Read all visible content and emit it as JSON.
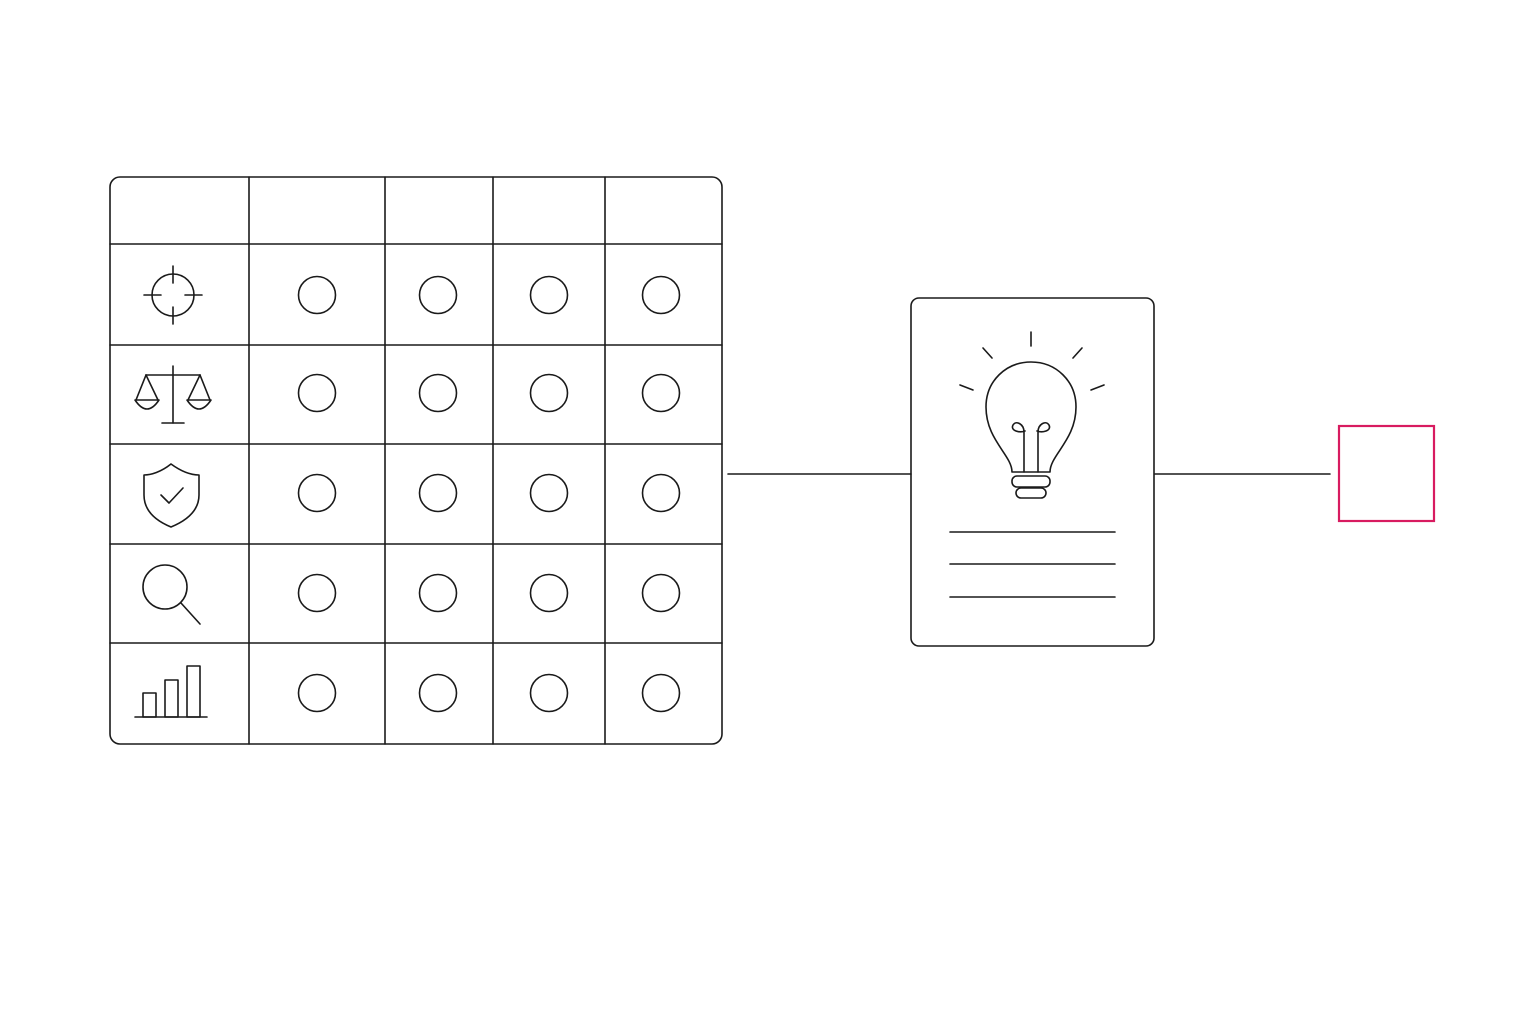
{
  "matrix": {
    "header_cells": [
      "",
      "",
      "",
      "",
      ""
    ],
    "rows": [
      {
        "icon": "target-icon",
        "cells": [
          "empty-circle",
          "empty-circle",
          "empty-circle",
          "empty-circle"
        ]
      },
      {
        "icon": "scales-icon",
        "cells": [
          "empty-circle",
          "empty-circle",
          "empty-circle",
          "empty-circle"
        ]
      },
      {
        "icon": "shield-check-icon",
        "cells": [
          "empty-circle",
          "empty-circle",
          "empty-circle",
          "empty-circle"
        ]
      },
      {
        "icon": "magnifier-icon",
        "cells": [
          "empty-circle",
          "empty-circle",
          "empty-circle",
          "empty-circle"
        ]
      },
      {
        "icon": "bar-chart-icon",
        "cells": [
          "empty-circle",
          "empty-circle",
          "empty-circle",
          "empty-circle"
        ]
      }
    ]
  },
  "insight_card": {
    "icon": "lightbulb-icon",
    "text_lines": 3
  },
  "output_box": {
    "label": "",
    "border_color": "#d81b60"
  },
  "colors": {
    "line": "#1a1a1a",
    "accent": "#d81b60",
    "background": "#ffffff"
  }
}
